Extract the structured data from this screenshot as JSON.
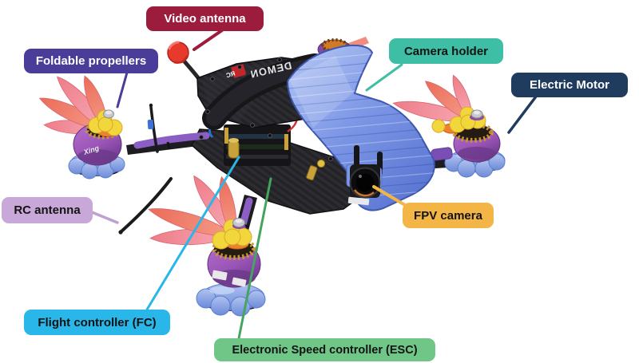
{
  "figure": {
    "type": "annotated-diagram",
    "subject": "FPV racing quadcopter drone with labeled components",
    "background": "#ffffff"
  },
  "labels": [
    {
      "id": "video-antenna",
      "text": "Video antenna",
      "fill": "#9B1C3C",
      "text_color": "#FFFFFF",
      "line_color": "#9B1C3C"
    },
    {
      "id": "foldable-propellers",
      "text": "Foldable propellers",
      "fill": "#4A3D99",
      "text_color": "#FFFFFF",
      "line_color": "#4A3D99"
    },
    {
      "id": "camera-holder",
      "text": "Camera holder",
      "fill": "#3EBEA5",
      "text_color": "#131313",
      "line_color": "#3EBEA5"
    },
    {
      "id": "electric-motor",
      "text": "Electric Motor",
      "fill": "#1F3B5E",
      "text_color": "#FFFFFF",
      "line_color": "#1F3B5E"
    },
    {
      "id": "rc-antenna",
      "text": "RC antenna",
      "fill": "#C8A8D8",
      "text_color": "#131313",
      "line_color": "#BFA0CE"
    },
    {
      "id": "fpv-camera",
      "text": "FPV camera",
      "fill": "#F3B545",
      "text_color": "#131313",
      "line_color": "#F3B545"
    },
    {
      "id": "flight-controller",
      "text": "Flight controller (FC)",
      "fill": "#29B6E9",
      "text_color": "#131313",
      "line_color": "#29B6E9"
    },
    {
      "id": "esc",
      "text": "Electronic Speed controller (ESC)",
      "fill": "#6FC687",
      "text_color": "#131313",
      "line_color": "#45A55F"
    }
  ],
  "drone": {
    "strap_text_main": "DEMON",
    "strap_text_badge": "RC",
    "motor_logo": "Xing",
    "colors": {
      "propeller_pink": "#F59AA6",
      "propeller_orange": "#EF8170",
      "motor_purple": "#9A55B8",
      "prop_mount_yellow": "#F2D73C",
      "soft_mount_blue": "#8AA7EA",
      "canopy_blue": "#7D97E6",
      "frame_carbon": "#232327",
      "video_antenna_red": "#E63A2C"
    }
  }
}
